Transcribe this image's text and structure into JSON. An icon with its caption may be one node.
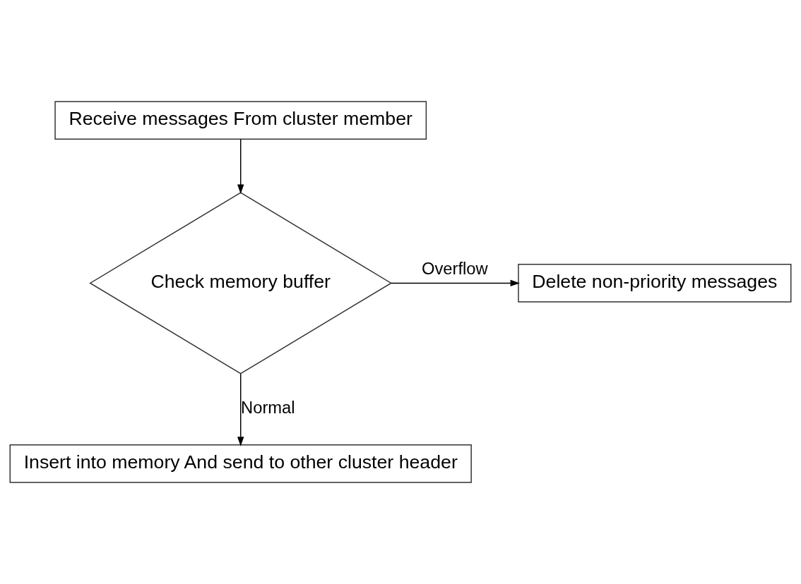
{
  "diagram": {
    "nodes": [
      {
        "text": [
          "Receive messages From cluster member"
        ]
      },
      {
        "text": [
          "Check memory buffer"
        ]
      },
      {
        "text": [
          "Delete non-priority messages"
        ]
      },
      {
        "text": [
          "Insert into memory And send to other cluster header"
        ]
      }
    ],
    "edges": [
      {
        "from": 0,
        "to": 1,
        "arrow": "to"
      },
      {
        "from": 1,
        "to": 2,
        "arrow": "to",
        "label": "Overflow"
      },
      {
        "from": 1,
        "to": 3,
        "arrow": "to",
        "label": "Normal"
      }
    ]
  }
}
